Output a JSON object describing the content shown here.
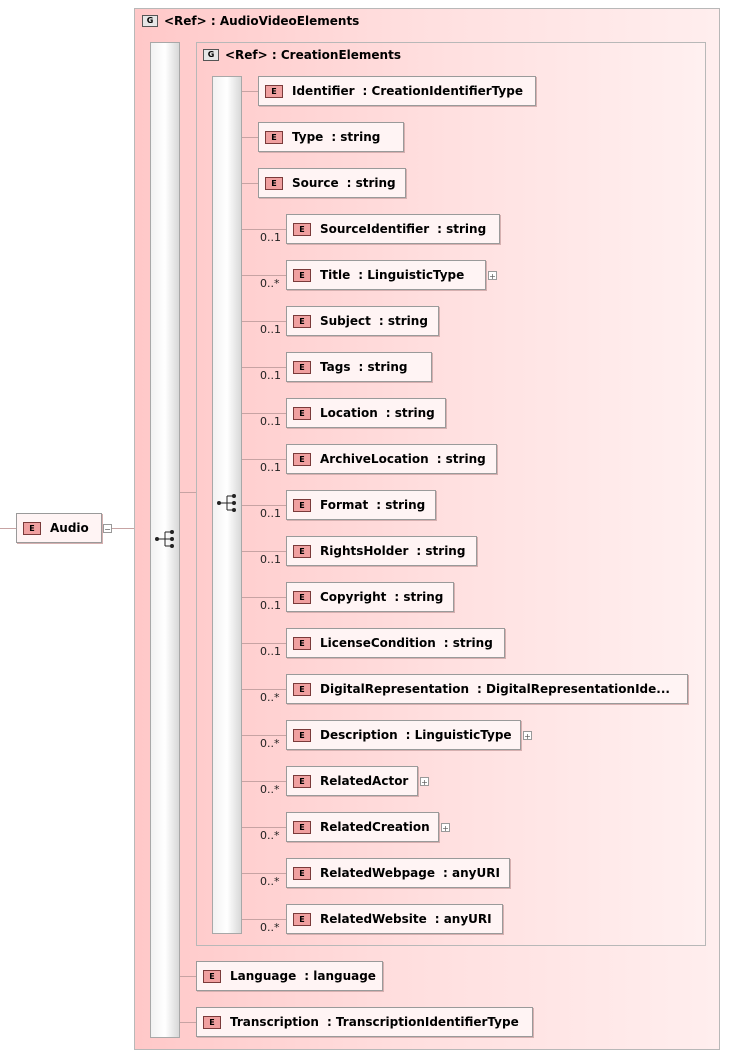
{
  "outer_group": {
    "badge": "G",
    "label": "<Ref>  : AudioVideoElements"
  },
  "inner_group": {
    "badge": "G",
    "label": "<Ref>  : CreationElements"
  },
  "root": {
    "badge": "E",
    "name": "Audio",
    "expander": "−"
  },
  "elements": [
    {
      "name": "Identifier",
      "type": ": CreationIdentifierType",
      "card": "",
      "plus": false
    },
    {
      "name": "Type",
      "type": ": string",
      "card": "",
      "plus": false
    },
    {
      "name": "Source",
      "type": ": string",
      "card": "",
      "plus": false
    },
    {
      "name": "SourceIdentifier",
      "type": ": string",
      "card": "0..1",
      "plus": false
    },
    {
      "name": "Title",
      "type": ": LinguisticType",
      "card": "0..*",
      "plus": true
    },
    {
      "name": "Subject",
      "type": ": string",
      "card": "0..1",
      "plus": false
    },
    {
      "name": "Tags",
      "type": ": string",
      "card": "0..1",
      "plus": false
    },
    {
      "name": "Location",
      "type": ": string",
      "card": "0..1",
      "plus": false
    },
    {
      "name": "ArchiveLocation",
      "type": ": string",
      "card": "0..1",
      "plus": false
    },
    {
      "name": "Format",
      "type": ": string",
      "card": "0..1",
      "plus": false
    },
    {
      "name": "RightsHolder",
      "type": ": string",
      "card": "0..1",
      "plus": false
    },
    {
      "name": "Copyright",
      "type": ": string",
      "card": "0..1",
      "plus": false
    },
    {
      "name": "LicenseCondition",
      "type": ": string",
      "card": "0..1",
      "plus": false
    },
    {
      "name": "DigitalRepresentation",
      "type": ": DigitalRepresentationIde...",
      "card": "0..*",
      "plus": false
    },
    {
      "name": "Description",
      "type": ": LinguisticType",
      "card": "0..*",
      "plus": true
    },
    {
      "name": "RelatedActor",
      "type": "",
      "card": "0..*",
      "plus": true
    },
    {
      "name": "RelatedCreation",
      "type": "",
      "card": "0..*",
      "plus": true
    },
    {
      "name": "RelatedWebpage",
      "type": ": anyURI",
      "card": "0..*",
      "plus": false
    },
    {
      "name": "RelatedWebsite",
      "type": ": anyURI",
      "card": "0..*",
      "plus": false
    }
  ],
  "outer_elements": [
    {
      "name": "Language",
      "type": ": language"
    },
    {
      "name": "Transcription",
      "type": ": TranscriptionIdentifierType"
    }
  ],
  "element_badge": "E",
  "expander_plus": "+"
}
